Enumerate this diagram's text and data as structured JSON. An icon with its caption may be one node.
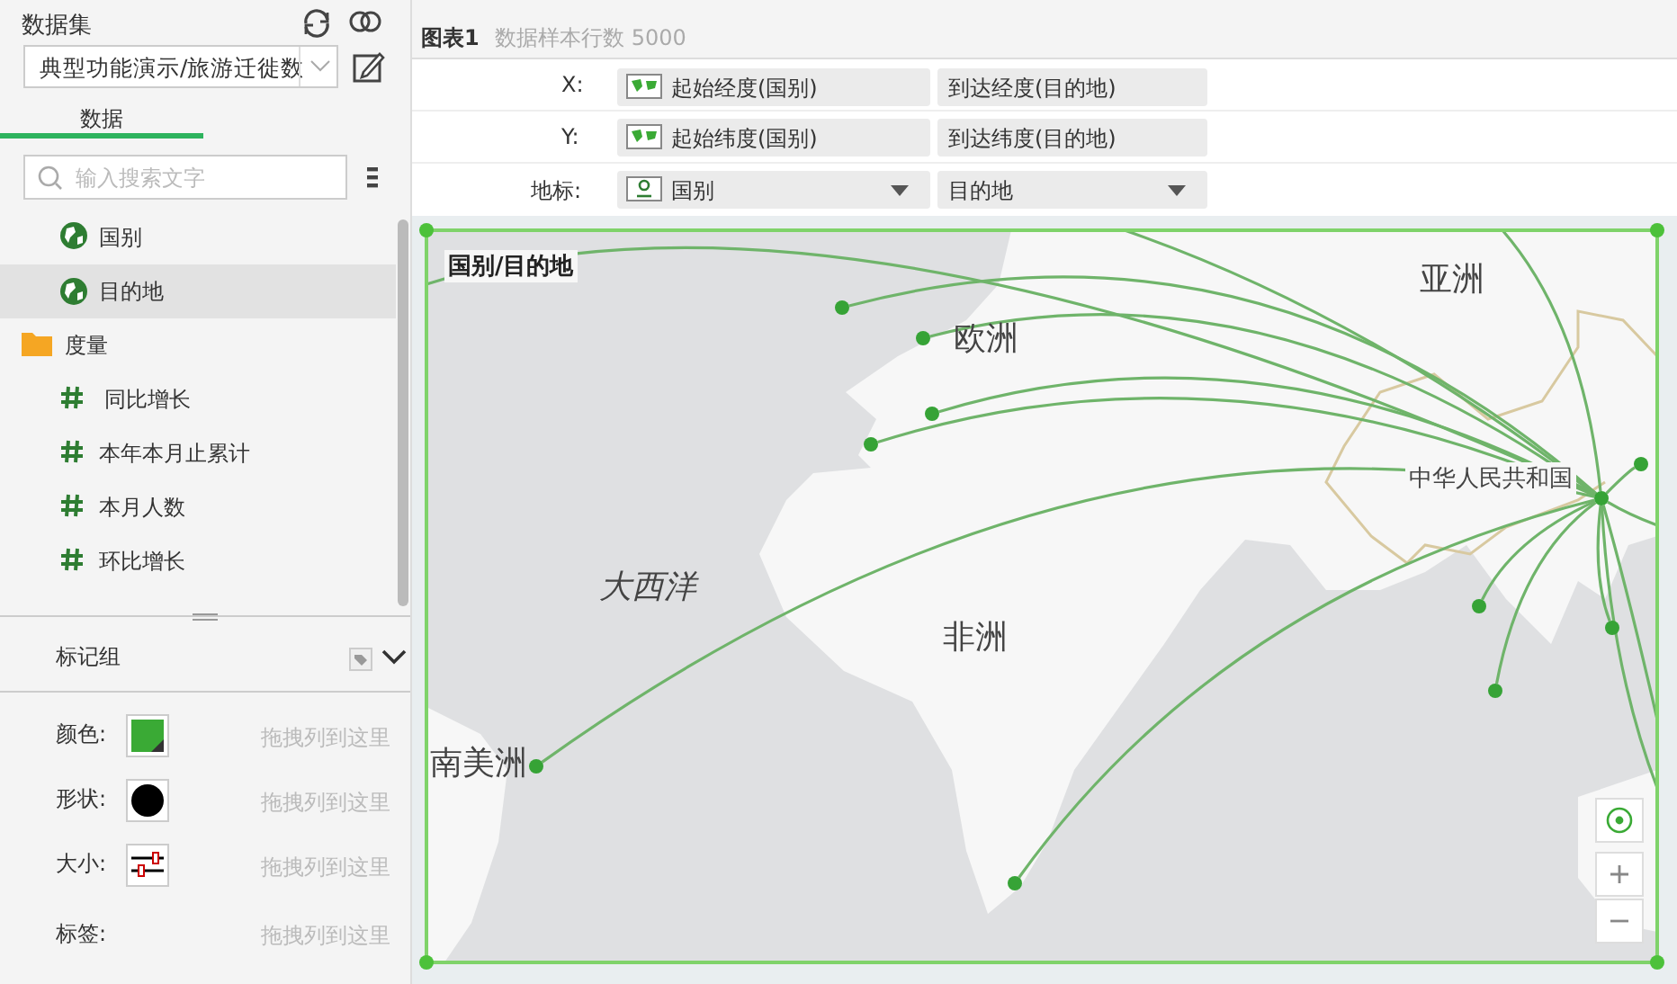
{
  "diagram": {
    "nodes": [
      {
        "text": [],
        "shape": "circle",
        "beside": [
          "中华人民共和国"
        ]
      },
      {
        "text": [],
        "shape": "circle"
      },
      {
        "text": [],
        "shape": "circle"
      },
      {
        "text": [],
        "shape": "circle"
      },
      {
        "text": [],
        "shape": "circle"
      },
      {
        "text": [],
        "shape": "circle"
      },
      {
        "text": [],
        "shape": "circle"
      },
      {
        "text": [],
        "shape": "circle"
      },
      {
        "text": [],
        "shape": "circle"
      },
      {
        "text": [],
        "shape": "circle"
      },
      {
        "text": [],
        "shape": "circle"
      }
    ],
    "edges": [
      {
        "from": 0,
        "to": 1,
        "arrow": "none"
      },
      {
        "from": 0,
        "to": 2,
        "arrow": "none"
      },
      {
        "from": 0,
        "to": 3,
        "arrow": "none"
      },
      {
        "from": 0,
        "to": 4,
        "arrow": "none"
      },
      {
        "from": 0,
        "to": 5,
        "arrow": "none"
      },
      {
        "from": 0,
        "to": 6,
        "arrow": "none"
      },
      {
        "from": 0,
        "to": 7,
        "arrow": "none"
      },
      {
        "from": 0,
        "to": 8,
        "arrow": "none"
      },
      {
        "from": 0,
        "to": 9,
        "arrow": "none"
      },
      {
        "from": 0,
        "to": 10,
        "arrow": "none"
      },
      {
        "from": 0,
        "to": null,
        "arrow": "none"
      },
      {
        "from": 0,
        "to": null,
        "arrow": "none"
      },
      {
        "from": 0,
        "to": null,
        "arrow": "none"
      },
      {
        "from": 0,
        "to": null,
        "arrow": "none"
      },
      {
        "from": 0,
        "to": null,
        "arrow": "none"
      },
      {
        "from": 0,
        "to": null,
        "arrow": "none"
      }
    ],
    "labels": [
      "数据集",
      "典型功能演示/旅游迁徙数",
      "数据",
      "输入搜索文字",
      "国别",
      "目的地",
      "度量",
      "同比增长",
      "本年本月止累计",
      "本月人数",
      "环比增长",
      "标记组",
      "颜色:",
      "拖拽列到这里",
      "形状:",
      "拖拽列到这里",
      "大小:",
      "拖拽列到这里",
      "标签:",
      "拖拽列到这里",
      "图表1",
      "数据样本行数 5000",
      "X:",
      "起始经度(国别)",
      "到达经度(目的地)",
      "Y:",
      "起始纬度(国别)",
      "到达纬度(目的地)",
      "地标:",
      "国别",
      "目的地",
      "国别/目的地",
      "亚洲",
      "欧洲",
      "大西洋",
      "非洲",
      "南美洲"
    ]
  }
}
